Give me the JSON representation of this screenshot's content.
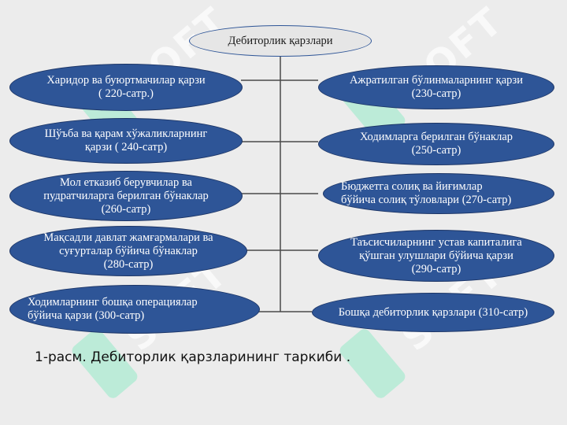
{
  "diagram": {
    "root": "Дебиторлик қарзлари",
    "left": [
      "Харидор ва буюртмачилар қарзи\n( 220-сатр.)",
      "Шўъба ва қарам хўжаликларнинг\nқарзи     ( 240-сатр)",
      "Мол етказиб берувчилар ва\nпудратчиларга берилган бўнаклар\n(260-сатр)",
      "Мақсадли давлат жамғармалари ва\nсуғурталар бўйича бўнаклар\n(280-сатр)",
      "Ходимларнинг бошқа операциялар\nбўйича қарзи (300-сатр)"
    ],
    "right": [
      "Ажратилган бўлинмаларнинг  қарзи\n(230-сатр)",
      "Ходимларга берилган бўнаклар\n(250-сатр)",
      "Бюджетга солиқ ва йиғимлар\nбўйича солиқ тўловлари (270-сатр)",
      "Таъсисчиларнинг устав капиталига\nқўшган улушлари бўйича қарзи\n(290-сатр)",
      "Бошқа  дебиторлик қарзлари (310-сатр)"
    ]
  },
  "caption": "1-расм. Дебиторлик қарзларининг таркиби .",
  "watermark": "SOFT",
  "colors": {
    "node_fill": "#2e5597",
    "node_border": "#1c3566",
    "root_fill": "#e6e6e6",
    "connector": "#4a4a4a",
    "background": "#ececec"
  }
}
